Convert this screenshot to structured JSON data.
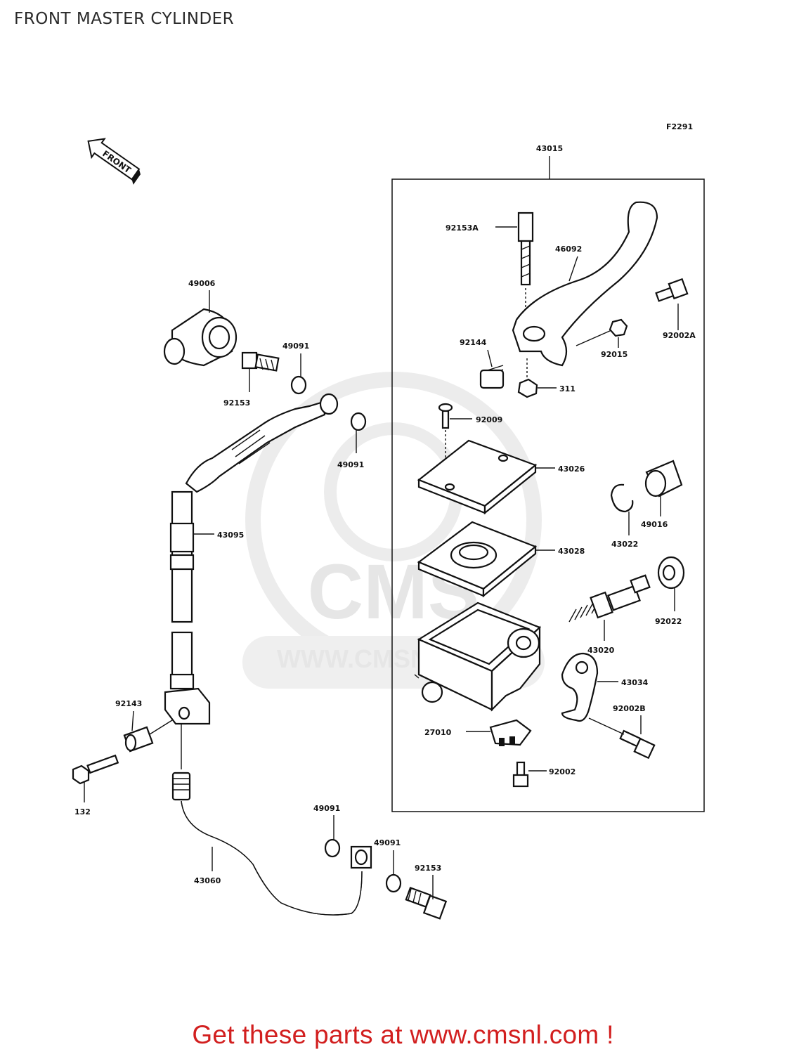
{
  "header": {
    "title": "FRONT MASTER CYLINDER"
  },
  "diagram": {
    "figure_code": "F2291",
    "direction_marker": "FRONT",
    "assembly_label": "43015",
    "callouts": {
      "p92153A": "92153A",
      "p46092": "46092",
      "p92002A": "92002A",
      "p92015": "92015",
      "p92144": "92144",
      "p311": "311",
      "p92009": "92009",
      "p43026": "43026",
      "p49016": "49016",
      "p43022": "43022",
      "p43028": "43028",
      "p92022": "92022",
      "p43020": "43020",
      "p43034": "43034",
      "p92002B": "92002B",
      "p27010": "27010",
      "p92002": "92002",
      "p49006": "49006",
      "p49091_top": "49091",
      "p92153_top": "92153",
      "p49091_mid": "49091",
      "p43095": "43095",
      "p92143": "92143",
      "p132": "132",
      "p49091_bot1": "49091",
      "p49091_bot2": "49091",
      "p92153_bot": "92153",
      "p43060": "43060"
    },
    "watermark": "WWW.CMSNL.COM"
  },
  "footer": {
    "promo_text": "Get these parts at www.cmsnl.com !"
  }
}
